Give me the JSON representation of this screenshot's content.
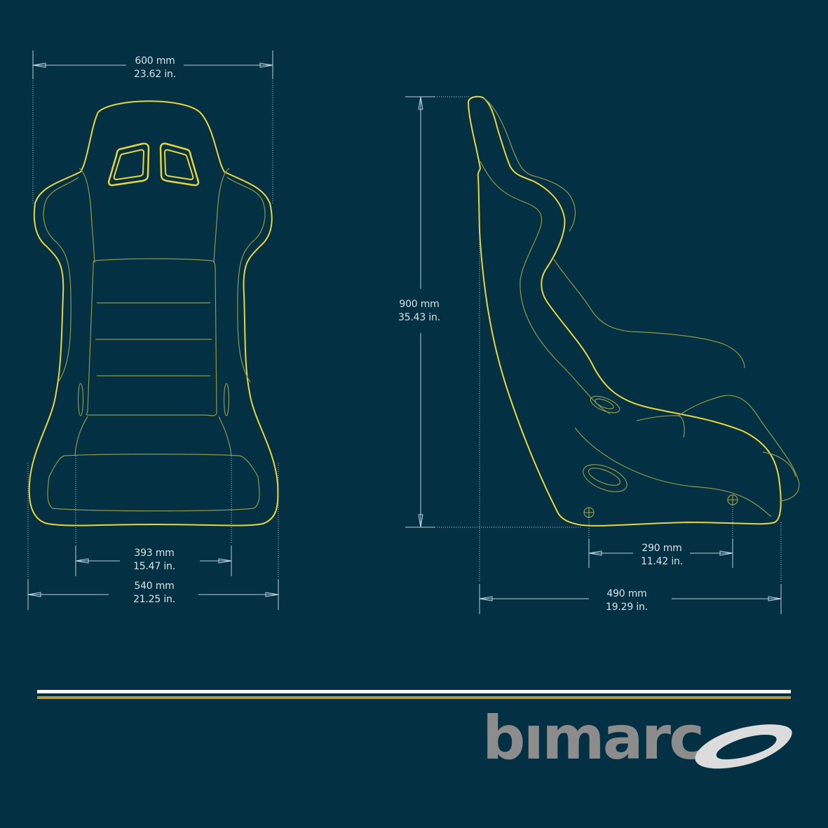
{
  "colors": {
    "background": "#033042",
    "seat_outline": "#e6d63a",
    "seat_detail": "#8f9a46",
    "dimension_line": "#b9d0da",
    "stripe_white": "#ffffff",
    "stripe_gold": "#b3993a",
    "logo_text": "#8c8c8c",
    "logo_swoosh": "#dcdcdc"
  },
  "front_view": {
    "width_top": {
      "mm": "600 mm",
      "in": "23.62 in."
    },
    "width_inner": {
      "mm": "393 mm",
      "in": "15.47 in."
    },
    "width_base": {
      "mm": "540 mm",
      "in": "21.25 in."
    }
  },
  "side_view": {
    "height": {
      "mm": "900 mm",
      "in": "35.43 in."
    },
    "mount_spacing": {
      "mm": "290 mm",
      "in": "11.42 in."
    },
    "depth": {
      "mm": "490 mm",
      "in": "19.29 in."
    }
  },
  "brand": {
    "name": "bımarc",
    "swoosh_icon": "logo-swoosh-icon"
  }
}
